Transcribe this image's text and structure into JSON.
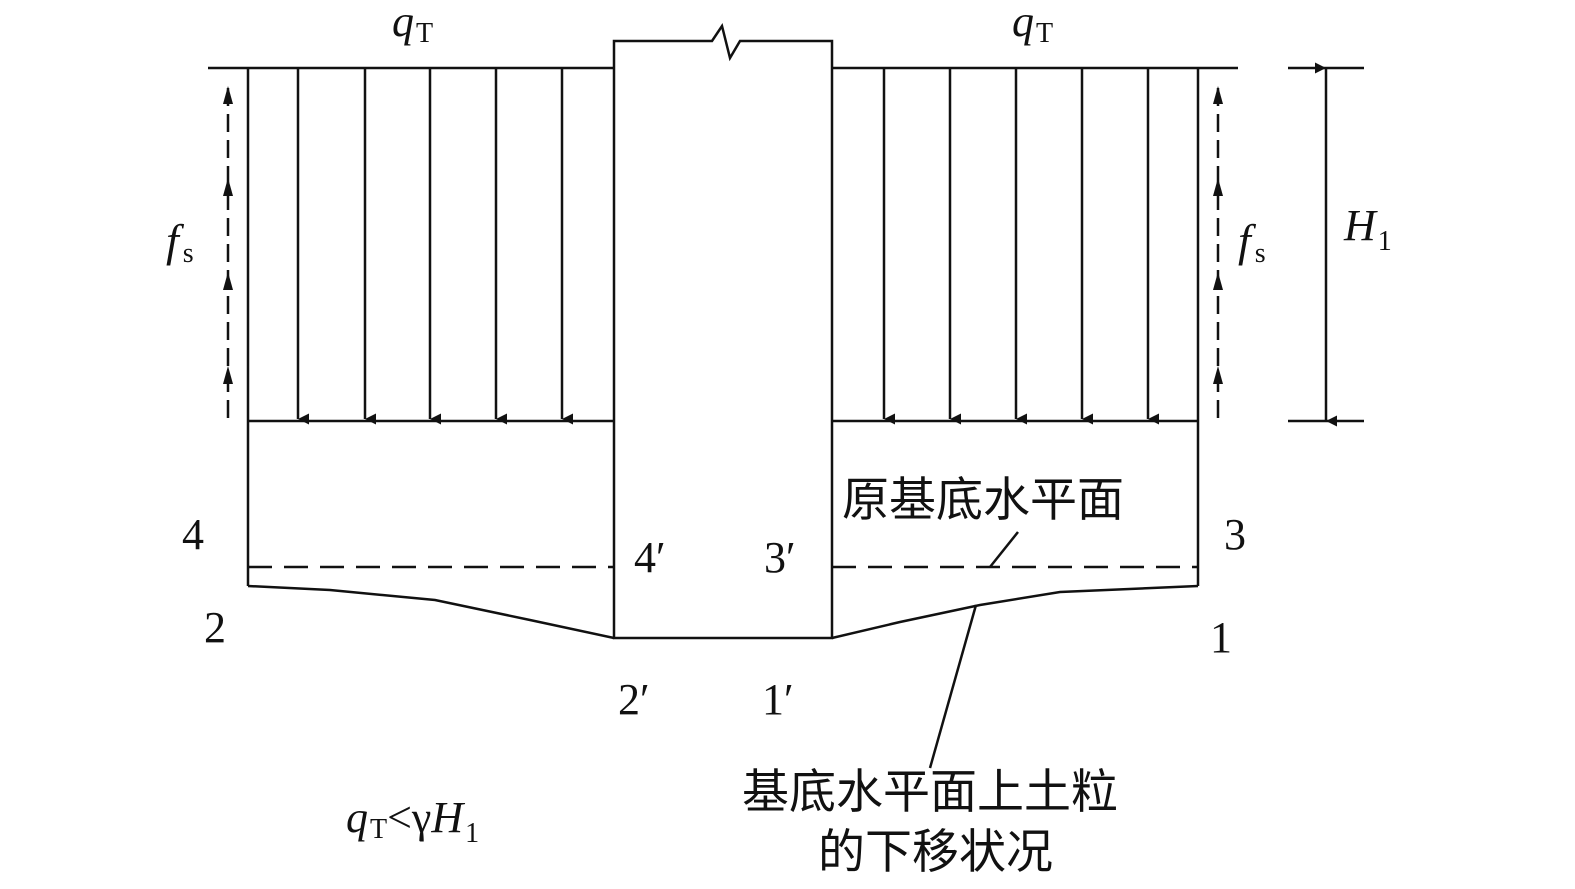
{
  "labels": {
    "q_left": {
      "main": "q",
      "sub": "T"
    },
    "q_right": {
      "main": "q",
      "sub": "T"
    },
    "fs_left": {
      "main": "f",
      "sub": "s"
    },
    "fs_right": {
      "main": "f",
      "sub": "s"
    },
    "h1": {
      "main": "H",
      "sub": "1"
    },
    "point_4": "4",
    "point_2": "2",
    "point_3": "3",
    "point_1": "1",
    "point_4p": "4′",
    "point_3p": "3′",
    "point_2p": "2′",
    "point_1p": "1′",
    "original_base_level": "原基底水平面",
    "particle_settlement_line1": "基底水平面上土粒",
    "particle_settlement_line2": "的下移状况",
    "condition": {
      "q": "q",
      "sub": "T",
      "rel": "<γ",
      "h": "H",
      "hsub": "1"
    }
  }
}
